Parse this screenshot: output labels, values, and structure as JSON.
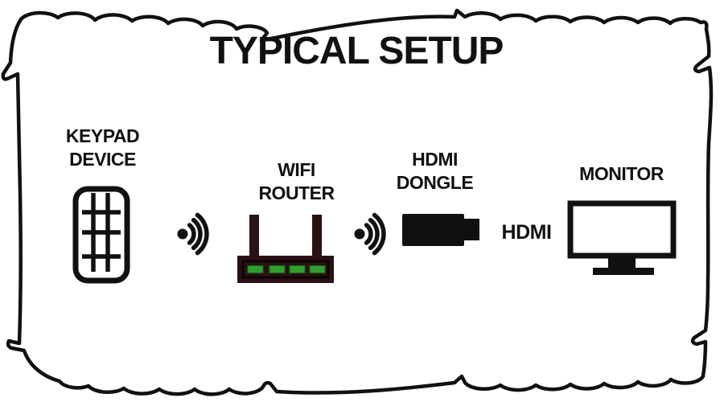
{
  "title": "TYPICAL SETUP",
  "colors": {
    "ink": "#111111",
    "router_body": "#2a1113",
    "led_green": "#2f9e2d",
    "screen_white": "#ffffff"
  },
  "devices": {
    "keypad": {
      "label": "KEYPAD\nDEVICE",
      "icon": "keypad-device-icon"
    },
    "router": {
      "label": "WIFI\nROUTER",
      "icon": "wifi-router-icon"
    },
    "dongle": {
      "label": "HDMI\nDONGLE",
      "icon": "hdmi-dongle-icon"
    },
    "monitor": {
      "label": "MONITOR",
      "icon": "monitor-icon"
    }
  },
  "connections": {
    "wifi_link_1": "wifi-signal-icon",
    "wifi_link_2": "wifi-signal-icon",
    "hdmi_link_label": "HDMI"
  }
}
